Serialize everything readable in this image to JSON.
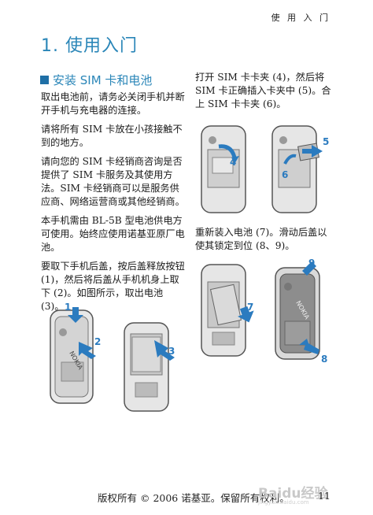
{
  "header": {
    "running_title": "使 用 入 门"
  },
  "chapter": {
    "title": "1.  使用入门"
  },
  "section": {
    "title": "安装 SIM 卡和电池"
  },
  "left_column": {
    "p1": "取出电池前，请务必关闭手机并断开手机与充电器的连接。",
    "p2": "请将所有 SIM 卡放在小孩接触不到的地方。",
    "p3": "请向您的 SIM 卡经销商咨询是否提供了 SIM 卡服务及其使用方法。SIM 卡经销商可以是服务供应商、网络运营商或其他经销商。",
    "p4": "本手机需由 BL-5B 型电池供电方可使用。始终应使用诺基亚原厂电池。",
    "p5": "要取下手机后盖，按后盖释放按钮 (1)，然后将后盖从手机机身上取下 (2)。如图所示，取出电池 (3)。"
  },
  "right_column": {
    "p1": "打开 SIM 卡卡夹 (4)，然后将 SIM 卡正确插入卡夹中 (5)。合上 SIM 卡卡夹 (6)。",
    "p2": "重新装入电池 (7)。滑动后盖以使其锁定到位 (8、9)。"
  },
  "figures": {
    "fig1": {
      "step_a": "1",
      "step_b": "2",
      "brand": "NOKIA"
    },
    "fig2": {
      "step": "3"
    },
    "fig3": {
      "step": "4"
    },
    "fig4": {
      "step_a": "5",
      "step_b": "6"
    },
    "fig5": {
      "step": "7"
    },
    "fig6": {
      "step_a": "9",
      "step_b": "8",
      "brand": "NOKIA"
    }
  },
  "footer": {
    "copyright": "版权所有 © 2006 诺基亚。保留所有权利。",
    "page_number": "11"
  },
  "watermark": {
    "text": "Baidu经验",
    "url": "jingyan.baidu.com"
  },
  "colors": {
    "accent": "#2a86b8",
    "arrow": "#2b7bbf",
    "phone": "#555555"
  }
}
